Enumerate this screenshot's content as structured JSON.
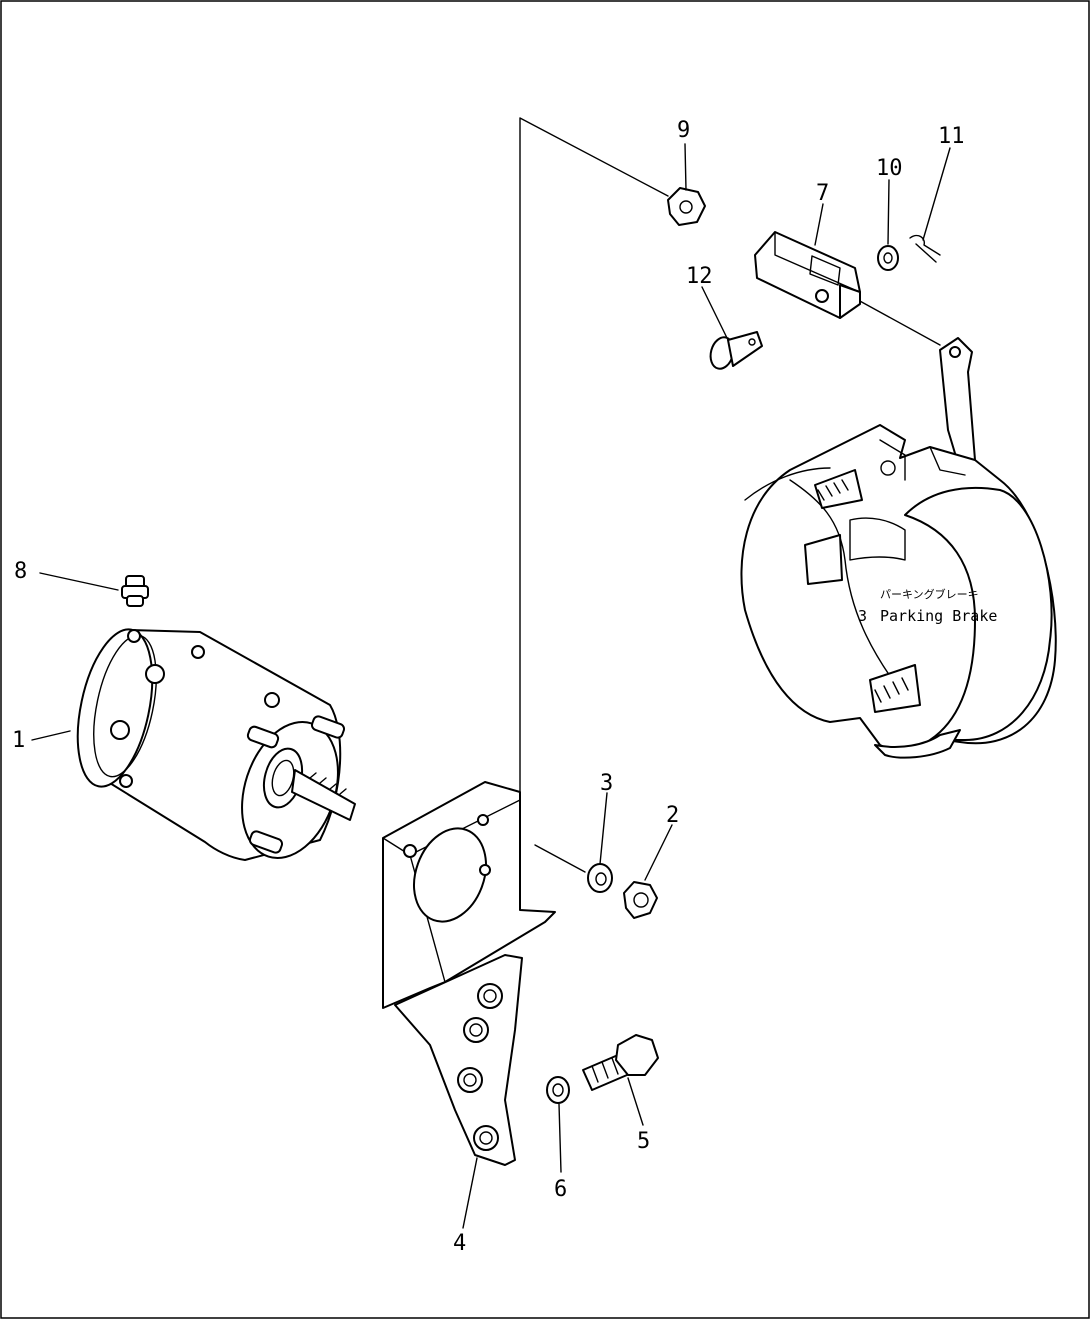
{
  "callouts": {
    "c1": "1",
    "c2": "2",
    "c3": "3",
    "c4": "4",
    "c5": "5",
    "c6": "6",
    "c7": "7",
    "c8": "8",
    "c9": "9",
    "c10": "10",
    "c11": "11",
    "c12": "12"
  },
  "labels": {
    "parking_brake_jp": "パーキングブレーキ",
    "parking_brake_prefix": "3",
    "parking_brake_en": "Parking Brake"
  }
}
